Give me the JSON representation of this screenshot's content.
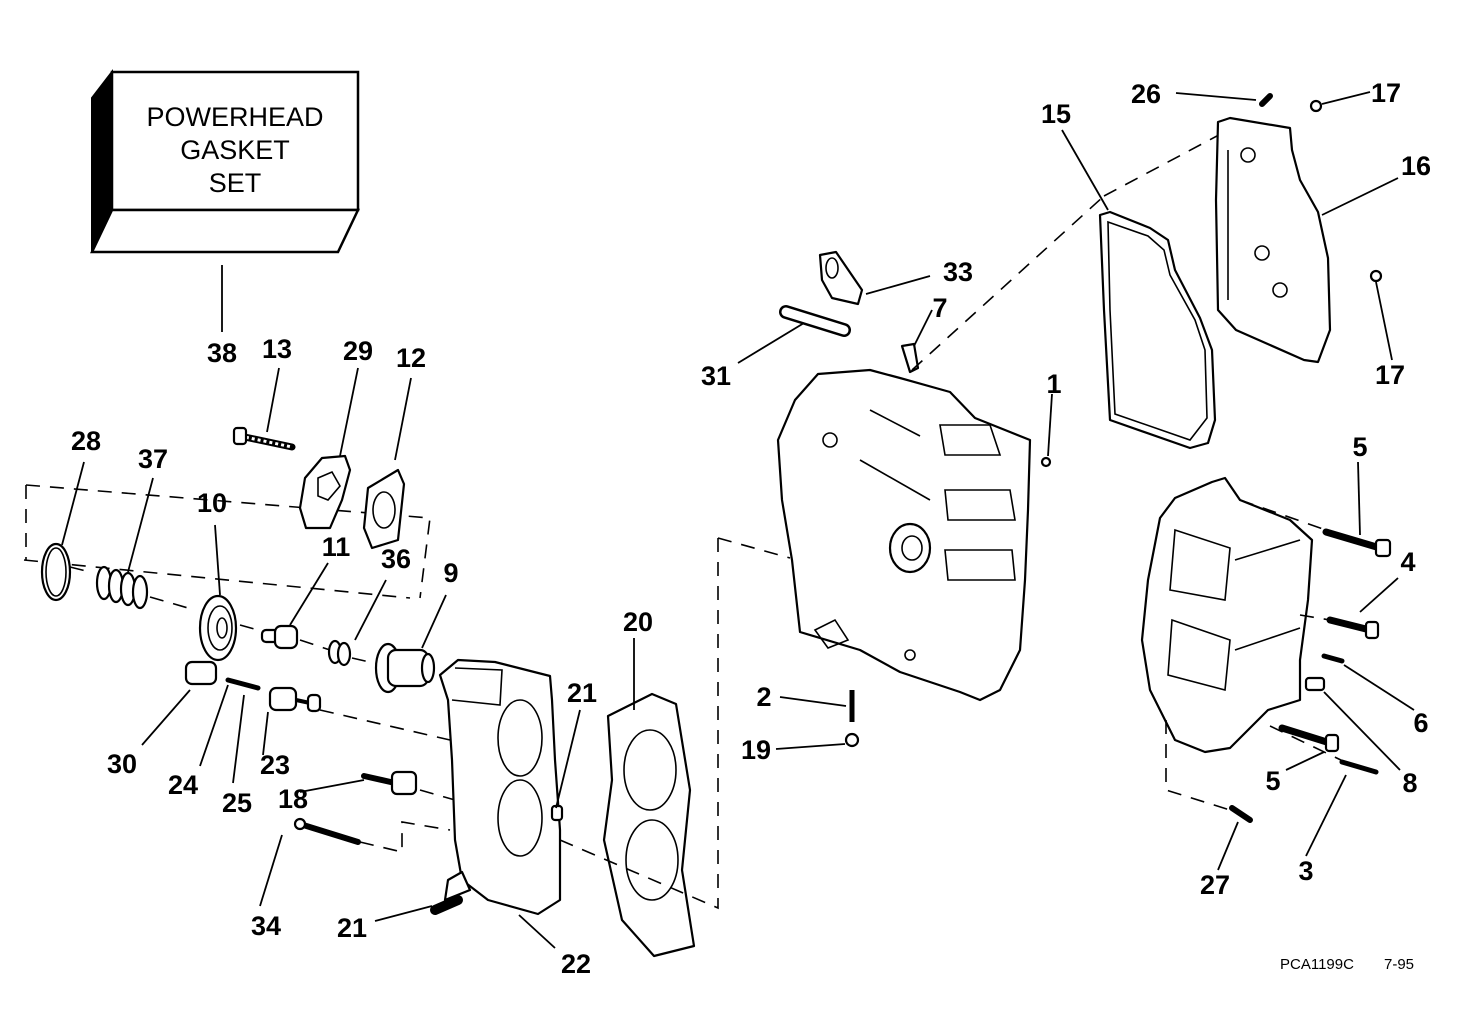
{
  "diagram": {
    "title": "Powerhead exploded parts diagram",
    "gasket_set_box": {
      "lines": [
        "POWERHEAD",
        "GASKET",
        "SET"
      ],
      "part_number": "38"
    },
    "footer": {
      "drawing_code": "PCA1199C",
      "revision_date": "7-95"
    },
    "callouts": [
      {
        "id": "c38",
        "label": "38"
      },
      {
        "id": "c13",
        "label": "13"
      },
      {
        "id": "c29",
        "label": "29"
      },
      {
        "id": "c12",
        "label": "12"
      },
      {
        "id": "c28",
        "label": "28"
      },
      {
        "id": "c37",
        "label": "37"
      },
      {
        "id": "c10",
        "label": "10"
      },
      {
        "id": "c11",
        "label": "11"
      },
      {
        "id": "c36",
        "label": "36"
      },
      {
        "id": "c9",
        "label": "9"
      },
      {
        "id": "c30",
        "label": "30"
      },
      {
        "id": "c24",
        "label": "24"
      },
      {
        "id": "c25",
        "label": "25"
      },
      {
        "id": "c23",
        "label": "23"
      },
      {
        "id": "c18",
        "label": "18"
      },
      {
        "id": "c34",
        "label": "34"
      },
      {
        "id": "c21a",
        "label": "21"
      },
      {
        "id": "c21b",
        "label": "21"
      },
      {
        "id": "c22",
        "label": "22"
      },
      {
        "id": "c20",
        "label": "20"
      },
      {
        "id": "c2",
        "label": "2"
      },
      {
        "id": "c19",
        "label": "19"
      },
      {
        "id": "c31",
        "label": "31"
      },
      {
        "id": "c33",
        "label": "33"
      },
      {
        "id": "c7",
        "label": "7"
      },
      {
        "id": "c1",
        "label": "1"
      },
      {
        "id": "c15",
        "label": "15"
      },
      {
        "id": "c26",
        "label": "26"
      },
      {
        "id": "c17a",
        "label": "17"
      },
      {
        "id": "c16",
        "label": "16"
      },
      {
        "id": "c17b",
        "label": "17"
      },
      {
        "id": "c5a",
        "label": "5"
      },
      {
        "id": "c4",
        "label": "4"
      },
      {
        "id": "c6",
        "label": "6"
      },
      {
        "id": "c8",
        "label": "8"
      },
      {
        "id": "c5b",
        "label": "5"
      },
      {
        "id": "c3",
        "label": "3"
      },
      {
        "id": "c27",
        "label": "27"
      }
    ]
  }
}
